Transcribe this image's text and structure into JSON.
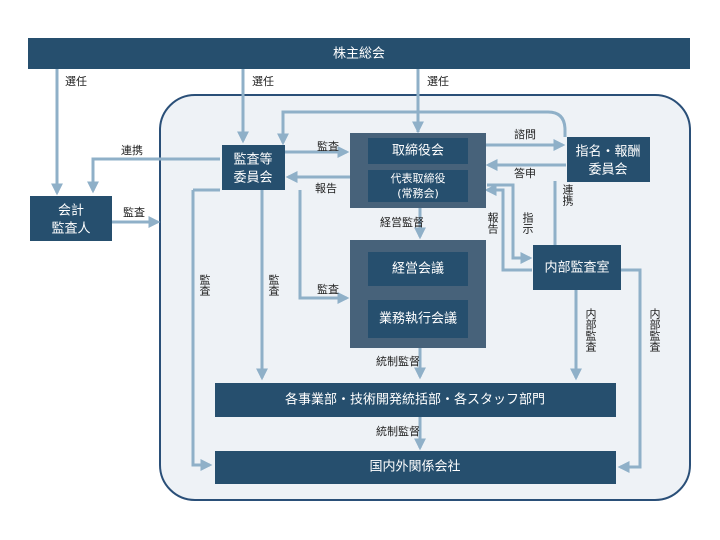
{
  "boxes": {
    "shareholders": "株主総会",
    "board": "取締役会",
    "president_line1": "代表取締役",
    "president_line2": "(常務会)",
    "audit_committee_line1": "監査等",
    "audit_committee_line2": "委員会",
    "nomination_committee_line1": "指名・報酬",
    "nomination_committee_line2": "委員会",
    "accounting_auditor_line1": "会計",
    "accounting_auditor_line2": "監査人",
    "internal_audit": "内部監査室",
    "management_meeting": "経営会議",
    "executive_meeting": "業務執行会議",
    "divisions": "各事業部・技術開発統括部・各スタッフ部門",
    "group_companies": "国内外関係会社"
  },
  "labels": {
    "elect_left": "選任",
    "elect_mid": "選任",
    "elect_right": "選任",
    "cooperate": "連携",
    "audit_acct": "監査",
    "audit_to_board": "監査",
    "report_to_audit": "報告",
    "consult": "諮問",
    "reply": "答申",
    "cooperate_vertical": "連携",
    "mgmt_supervision": "経営監督",
    "report_vertical": "報告",
    "instruct_vertical": "指示",
    "audit_to_mgmt": "監査",
    "audit_left_vertical": "監査",
    "audit_mid_vertical": "監査",
    "control_supervision_1": "統制監督",
    "control_supervision_2": "統制監督",
    "internal_audit_1": "内部監査",
    "internal_audit_2": "内部監査"
  },
  "colors": {
    "box": "#264f6e",
    "frame": "#2a4f78",
    "group_panel": "#47627a",
    "connector": "#8fb0c8",
    "panel_fill": "#eef2f6"
  }
}
